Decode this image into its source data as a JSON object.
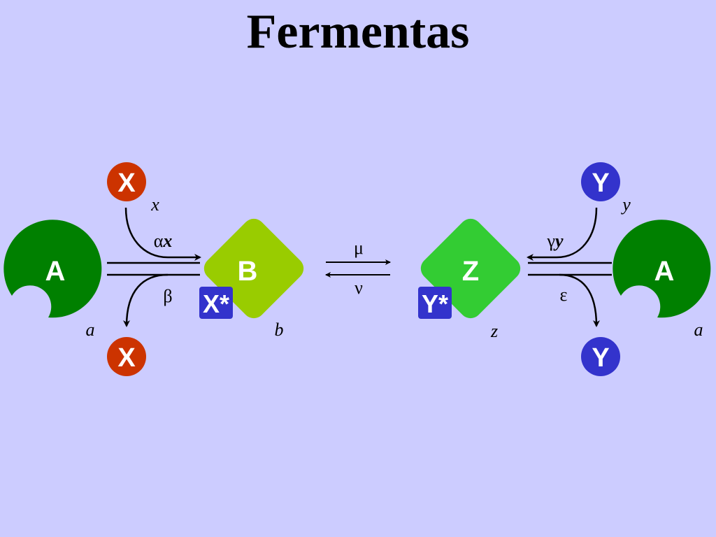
{
  "title": "Fermentas",
  "colors": {
    "background": "#ccccff",
    "enzyme_a": "#008000",
    "complex_b": "#99cc00",
    "complex_z": "#33cc33",
    "substrate_x": "#cc3300",
    "product_y": "#3333cc",
    "bound_marker": "#3333cc"
  },
  "nodes": {
    "enzyme_left": "A",
    "enzyme_right": "A",
    "complex_b": "B",
    "complex_z": "Z",
    "x_top": "X",
    "x_bottom": "X",
    "y_top": "Y",
    "y_bottom": "Y",
    "bound_x": "X*",
    "bound_y": "Y*"
  },
  "concentrations": {
    "x": "x",
    "y": "y",
    "a_left": "a",
    "a_right": "a",
    "b": "b",
    "z": "z"
  },
  "rates": {
    "alpha_symbol": "α",
    "alpha_var": "x",
    "beta": "β",
    "mu": "μ",
    "nu": "ν",
    "gamma_symbol": "γ",
    "gamma_var": "y",
    "epsilon": "ε"
  }
}
